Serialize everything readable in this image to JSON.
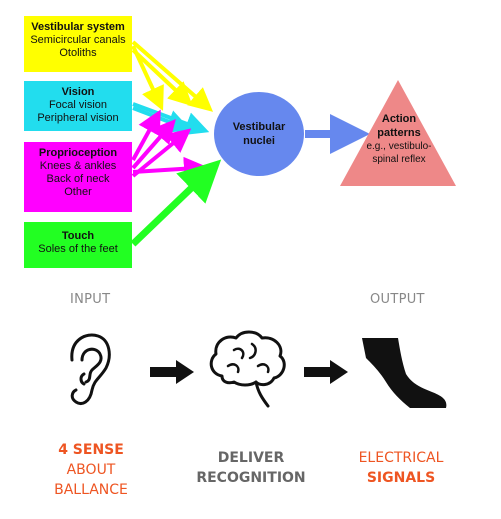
{
  "boxes": {
    "vestibular": {
      "title": "Vestibular system",
      "items": [
        "Semicircular canals",
        "Otoliths"
      ],
      "color": "#ffff00"
    },
    "vision": {
      "title": "Vision",
      "items": [
        "Focal vision",
        "Peripheral vision"
      ],
      "color": "#22ddee"
    },
    "proprioception": {
      "title": "Proprioception",
      "items": [
        "Knees & ankles",
        "Back of neck",
        "Other"
      ],
      "color": "#ff00ff"
    },
    "touch": {
      "title": "Touch",
      "items": [
        "Soles of the feet"
      ],
      "color": "#22ff22"
    }
  },
  "nuclei": {
    "label_1": "Vestibular",
    "label_2": "nuclei",
    "color": "#6688ee"
  },
  "action": {
    "title_1": "Action",
    "title_2": "patterns",
    "desc_1": "e.g., vestibulo-",
    "desc_2": "spinal reflex",
    "color": "#ee8888"
  },
  "flow": {
    "input_label": "INPUT",
    "output_label": "OUTPUT",
    "input_icon": "ear-icon",
    "process_icon": "brain-icon",
    "output_icon": "leg-icon",
    "caption_input": [
      "4 SENSE",
      "ABOUT",
      "BALLANCE"
    ],
    "caption_process": [
      "DELIVER",
      "RECOGNITION"
    ],
    "caption_output": [
      "ELECTRICAL",
      "SIGNALS"
    ],
    "accent_color": "#ee5522"
  }
}
